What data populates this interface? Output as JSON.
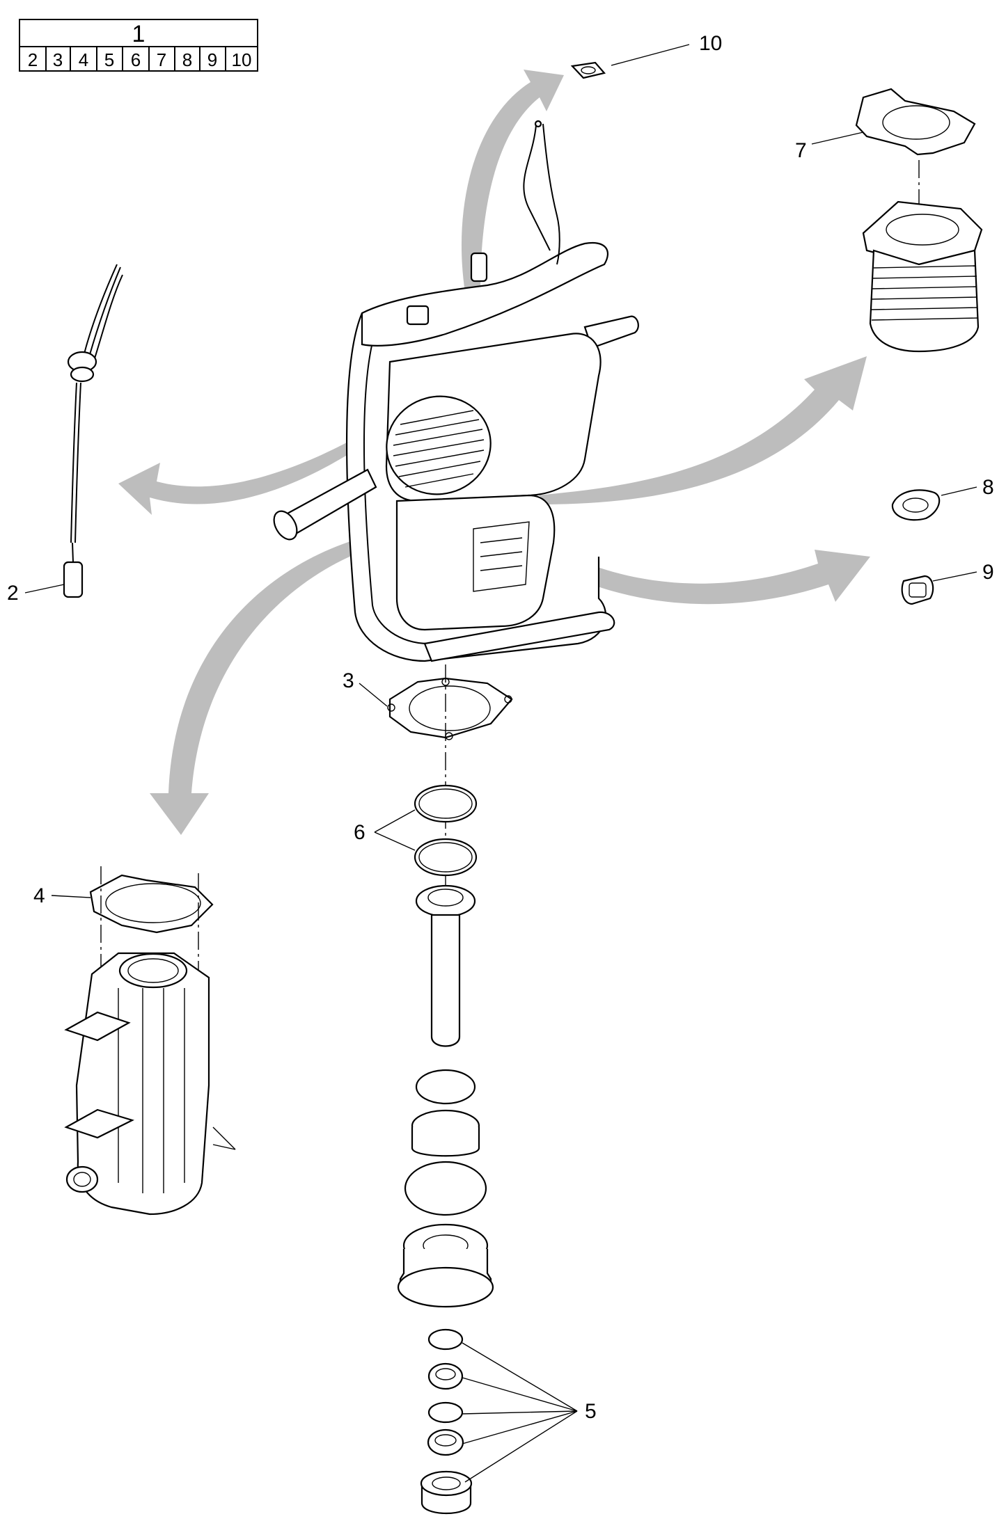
{
  "legend": {
    "title": "1",
    "cells": [
      "2",
      "3",
      "4",
      "5",
      "6",
      "7",
      "8",
      "9",
      "10"
    ]
  },
  "callouts": {
    "c2": "2",
    "c3": "3",
    "c4": "4",
    "c5": "5",
    "c6": "6",
    "c7": "7",
    "c8": "8",
    "c9": "9",
    "c10": "10"
  },
  "colors": {
    "arrow": "#bdbdbd",
    "line": "#000000",
    "background": "#ffffff"
  }
}
